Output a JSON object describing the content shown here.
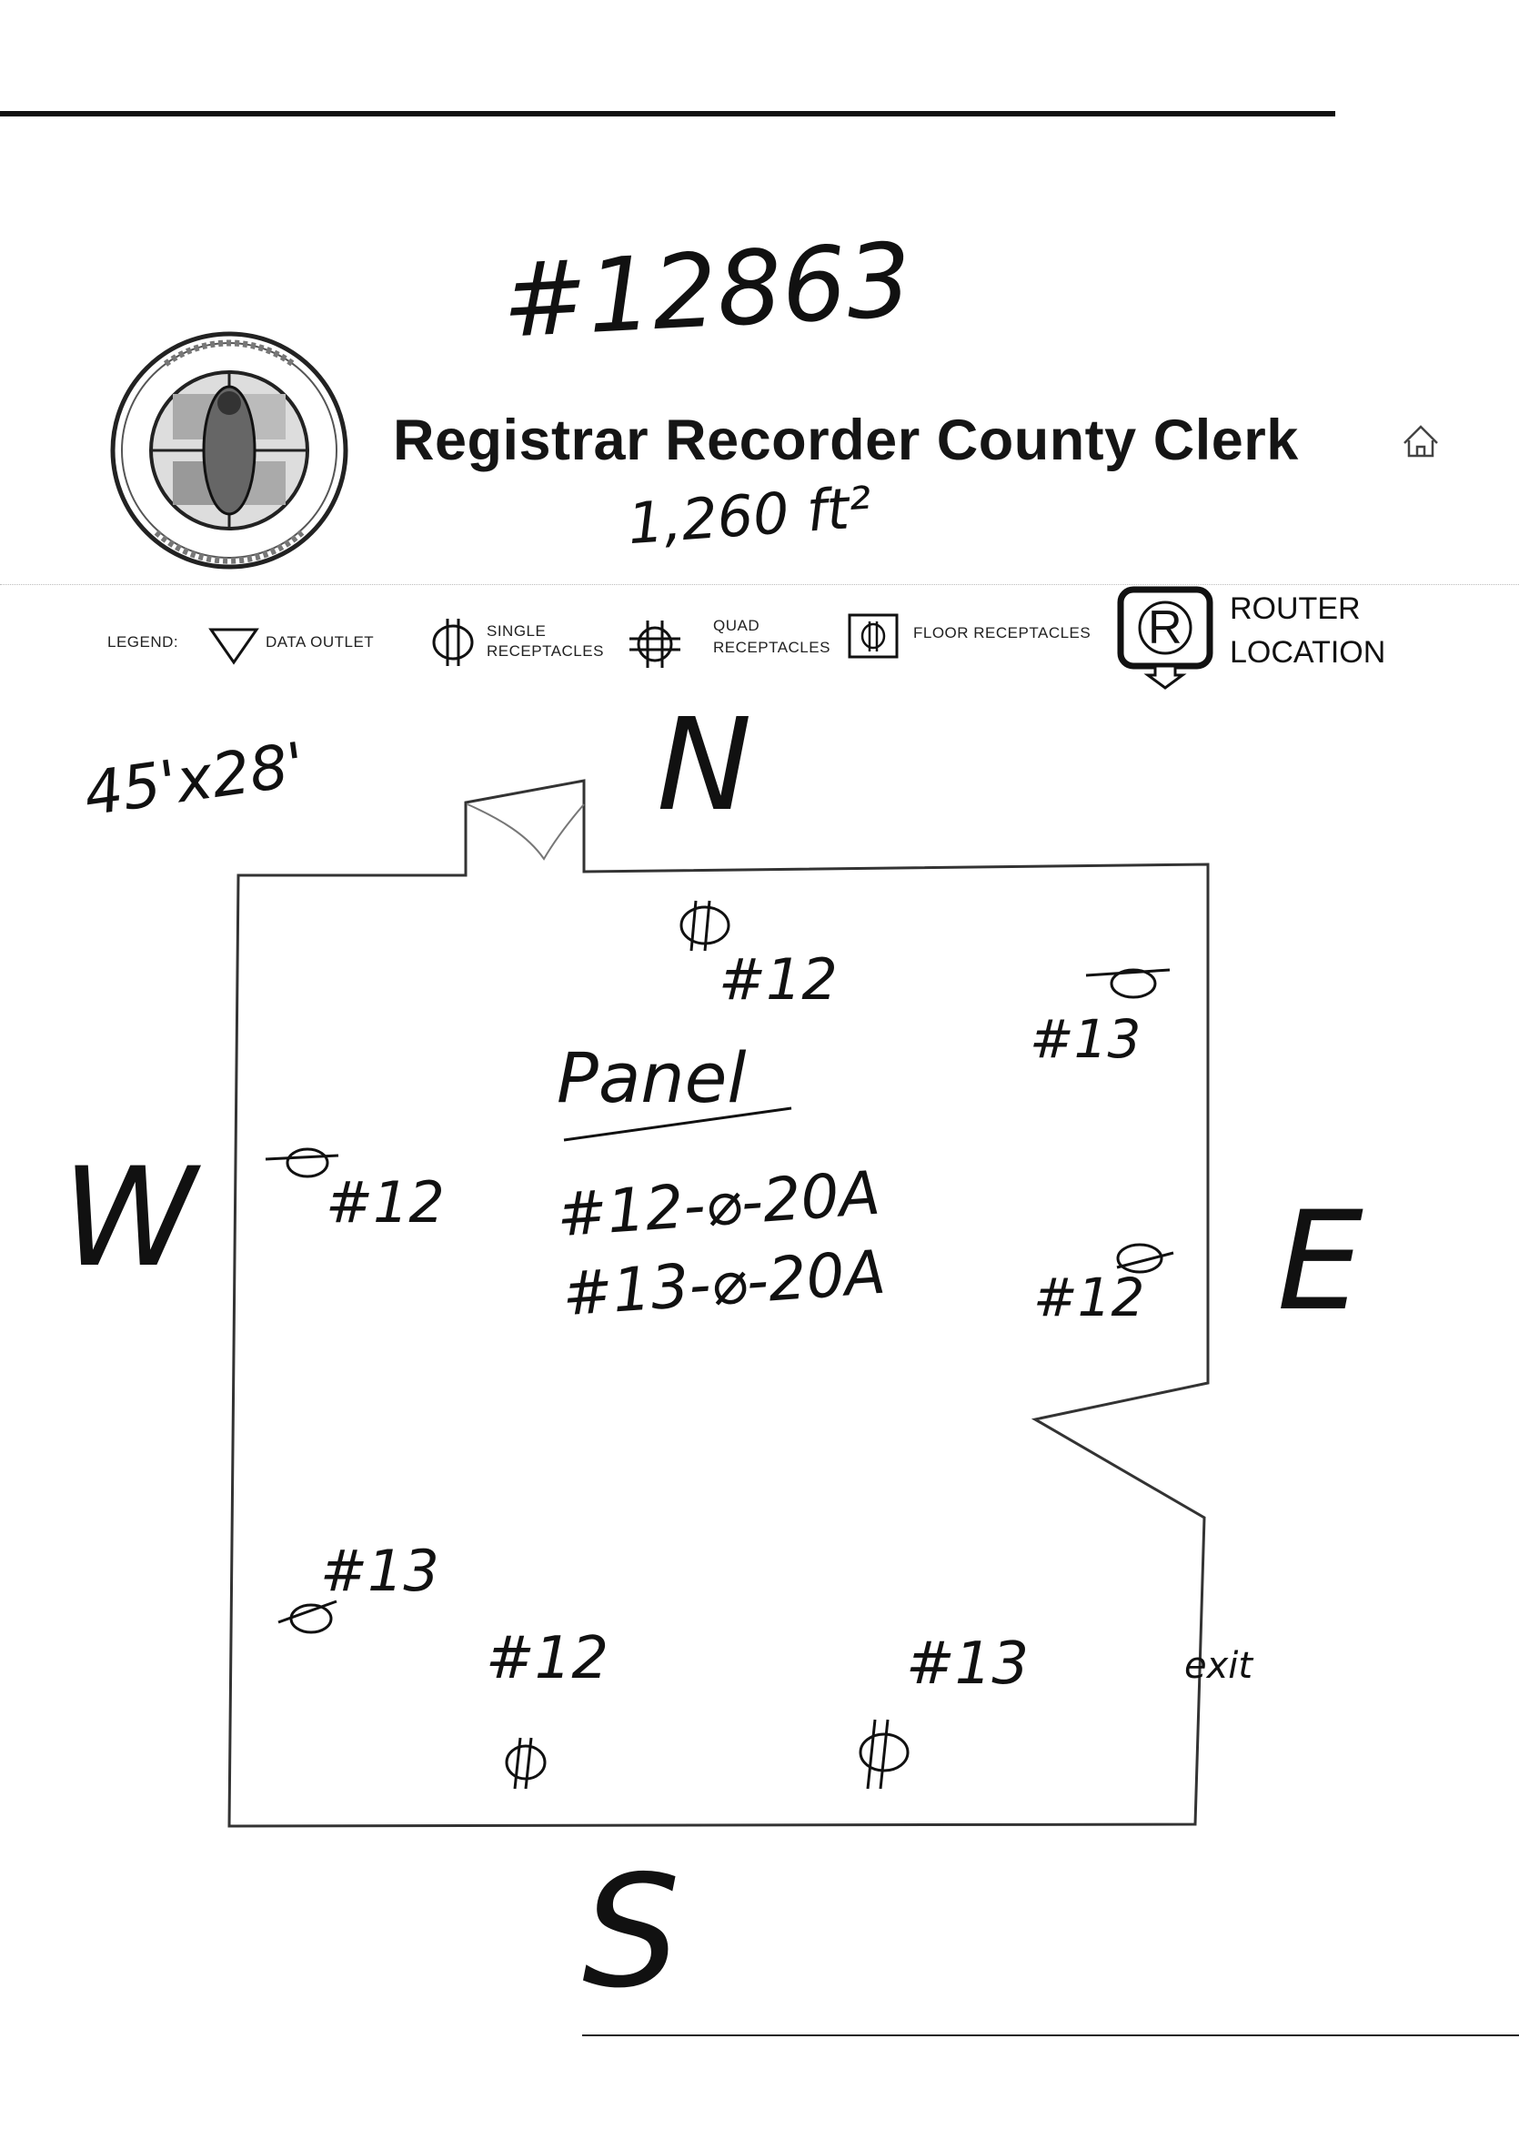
{
  "handwritten_id": "#12863",
  "header": {
    "title": "Registrar Recorder County Clerk",
    "area": "1,260 ft²"
  },
  "legend": {
    "label": "LEGEND:",
    "items": [
      {
        "icon": "triangle-icon",
        "label": "DATA OUTLET"
      },
      {
        "icon": "single-receptacle-icon",
        "label_line1": "SINGLE",
        "label_line2": "RECEPTACLES"
      },
      {
        "icon": "quad-receptacle-icon",
        "label_line1": "QUAD",
        "label_line2": "RECEPTACLES"
      },
      {
        "icon": "floor-receptacle-icon",
        "label": "FLOOR RECEPTACLES"
      }
    ],
    "router": {
      "letter": "R",
      "line1": "ROUTER",
      "line2": "LOCATION"
    }
  },
  "floor_plan": {
    "dimensions": "45'x28'",
    "compass": {
      "north": "N",
      "south": "S",
      "east": "E",
      "west": "W"
    },
    "panel": {
      "label": "Panel",
      "circuit_1": "#12-⌀-20A",
      "circuit_2": "#13-⌀-20A"
    },
    "outlets": [
      "#12",
      "#13",
      "#12",
      "#12",
      "#13",
      "#12",
      "#13"
    ],
    "exit_label": "exit"
  }
}
